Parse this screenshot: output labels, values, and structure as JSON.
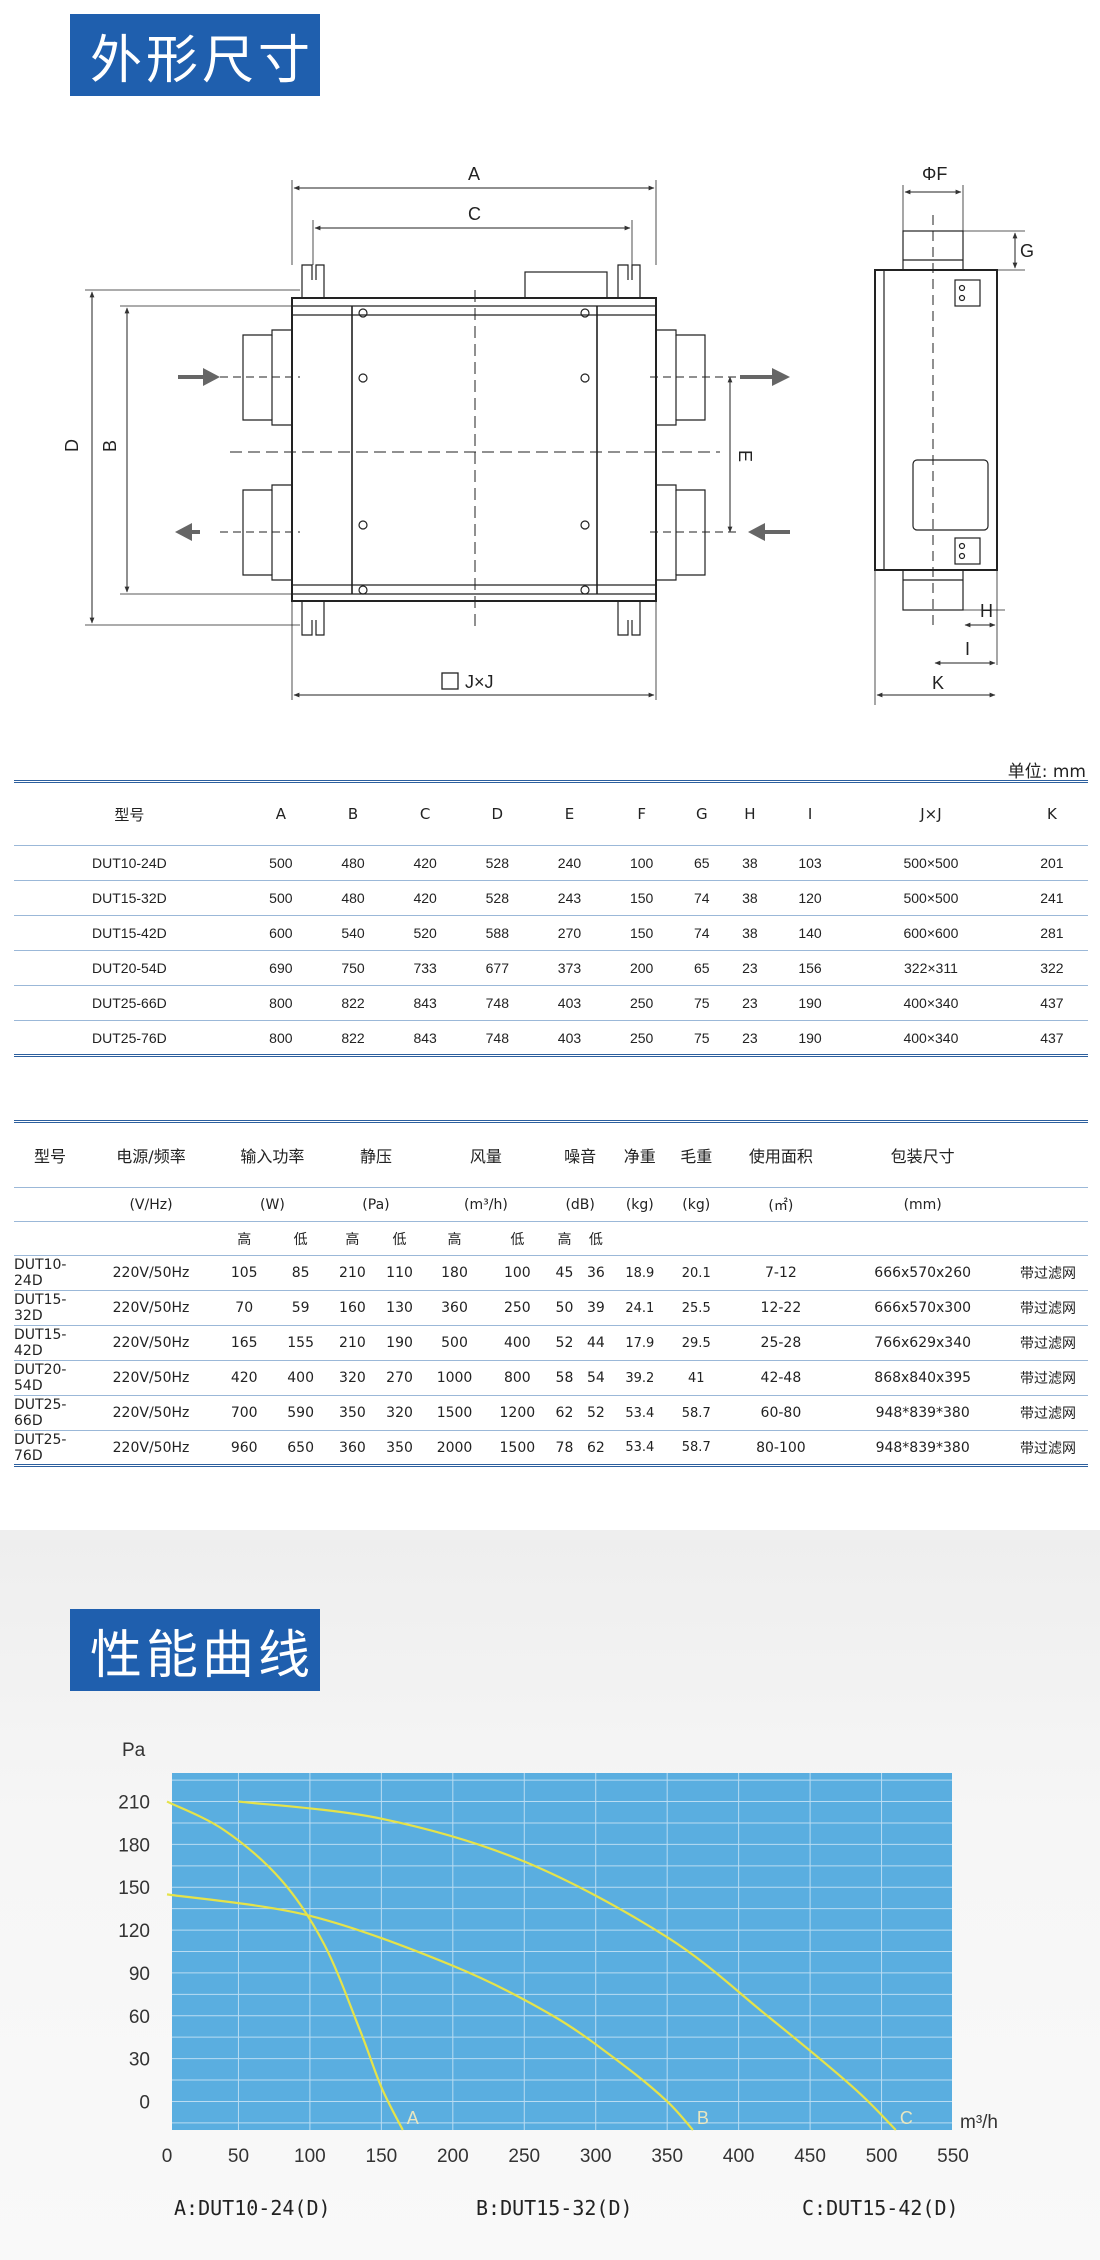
{
  "section1": {
    "title": "外形尺寸"
  },
  "drawing": {
    "labels": {
      "A": "A",
      "B": "B",
      "C": "C",
      "D": "D",
      "E": "E",
      "phiF": "ΦF",
      "G": "G",
      "H": "H",
      "I": "I",
      "K": "K",
      "JxJ": "J×J"
    }
  },
  "dimensions_table": {
    "unit": "单位: mm",
    "headers": [
      "型号",
      "A",
      "B",
      "C",
      "D",
      "E",
      "F",
      "G",
      "H",
      "I",
      "J×J",
      "K"
    ],
    "rows": [
      [
        "DUT10-24D",
        "500",
        "480",
        "420",
        "528",
        "240",
        "100",
        "65",
        "38",
        "103",
        "500×500",
        "201"
      ],
      [
        "DUT15-32D",
        "500",
        "480",
        "420",
        "528",
        "243",
        "150",
        "74",
        "38",
        "120",
        "500×500",
        "241"
      ],
      [
        "DUT15-42D",
        "600",
        "540",
        "520",
        "588",
        "270",
        "150",
        "74",
        "38",
        "140",
        "600×600",
        "281"
      ],
      [
        "DUT20-54D",
        "690",
        "750",
        "733",
        "677",
        "373",
        "200",
        "65",
        "23",
        "156",
        "322×311",
        "322"
      ],
      [
        "DUT25-66D",
        "800",
        "822",
        "843",
        "748",
        "403",
        "250",
        "75",
        "23",
        "190",
        "400×340",
        "437"
      ],
      [
        "DUT25-76D",
        "800",
        "822",
        "843",
        "748",
        "403",
        "250",
        "75",
        "23",
        "190",
        "400×340",
        "437"
      ]
    ]
  },
  "performance_table": {
    "headers": [
      "型号",
      "电源/频率",
      "输入功率",
      "静压",
      "风量",
      "噪音",
      "净重",
      "毛重",
      "使用面积",
      "包装尺寸"
    ],
    "units": [
      "",
      "(V/Hz)",
      "(W)",
      "(Pa)",
      "(m³/h)",
      "(dB)",
      "(kg)",
      "(kg)",
      "(㎡)",
      "(mm)"
    ],
    "high": "高",
    "low": "低",
    "rows": [
      [
        "DUT10-24D",
        "220V/50Hz",
        "105",
        "85",
        "210",
        "110",
        "180",
        "100",
        "45",
        "36",
        "18.9",
        "20.1",
        "7-12",
        "666x570x260",
        "带过滤网"
      ],
      [
        "DUT15-32D",
        "220V/50Hz",
        "70",
        "59",
        "160",
        "130",
        "360",
        "250",
        "50",
        "39",
        "24.1",
        "25.5",
        "12-22",
        "666x570x300",
        "带过滤网"
      ],
      [
        "DUT15-42D",
        "220V/50Hz",
        "165",
        "155",
        "210",
        "190",
        "500",
        "400",
        "52",
        "44",
        "17.9",
        "29.5",
        "25-28",
        "766x629x340",
        "带过滤网"
      ],
      [
        "DUT20-54D",
        "220V/50Hz",
        "420",
        "400",
        "320",
        "270",
        "1000",
        "800",
        "58",
        "54",
        "39.2",
        "41",
        "42-48",
        "868x840x395",
        "带过滤网"
      ],
      [
        "DUT25-66D",
        "220V/50Hz",
        "700",
        "590",
        "350",
        "320",
        "1500",
        "1200",
        "62",
        "52",
        "53.4",
        "58.7",
        "60-80",
        "948*839*380",
        "带过滤网"
      ],
      [
        "DUT25-76D",
        "220V/50Hz",
        "960",
        "650",
        "360",
        "350",
        "2000",
        "1500",
        "78",
        "62",
        "53.4",
        "58.7",
        "80-100",
        "948*839*380",
        "带过滤网"
      ]
    ]
  },
  "section2": {
    "title": "性能曲线"
  },
  "chart_data": {
    "type": "line",
    "ylabel": "Pa",
    "xlabel": "m³/h",
    "xlim": [
      0,
      550
    ],
    "ylim": [
      -20,
      230
    ],
    "x_ticks": [
      0,
      50,
      100,
      150,
      200,
      250,
      300,
      350,
      400,
      450,
      500,
      550
    ],
    "y_ticks": [
      0,
      30,
      60,
      90,
      120,
      150,
      180,
      210
    ],
    "grid": true,
    "background": "#5aaee0",
    "grid_color": "#b9dcf2",
    "line_color": "#e5e34a",
    "series": [
      {
        "name": "A",
        "x": [
          0,
          40,
          80,
          110,
          135,
          150,
          165
        ],
        "y": [
          210,
          190,
          155,
          110,
          50,
          10,
          -20
        ]
      },
      {
        "name": "B",
        "x": [
          0,
          100,
          200,
          270,
          320,
          350,
          368
        ],
        "y": [
          145,
          130,
          95,
          60,
          25,
          0,
          -20
        ]
      },
      {
        "name": "C",
        "x": [
          50,
          150,
          250,
          350,
          420,
          480,
          510
        ],
        "y": [
          210,
          198,
          168,
          115,
          60,
          10,
          -20
        ]
      }
    ],
    "legend": [
      "A:DUT10-24(D)",
      "B:DUT15-32(D)",
      "C:DUT15-42(D)"
    ]
  }
}
